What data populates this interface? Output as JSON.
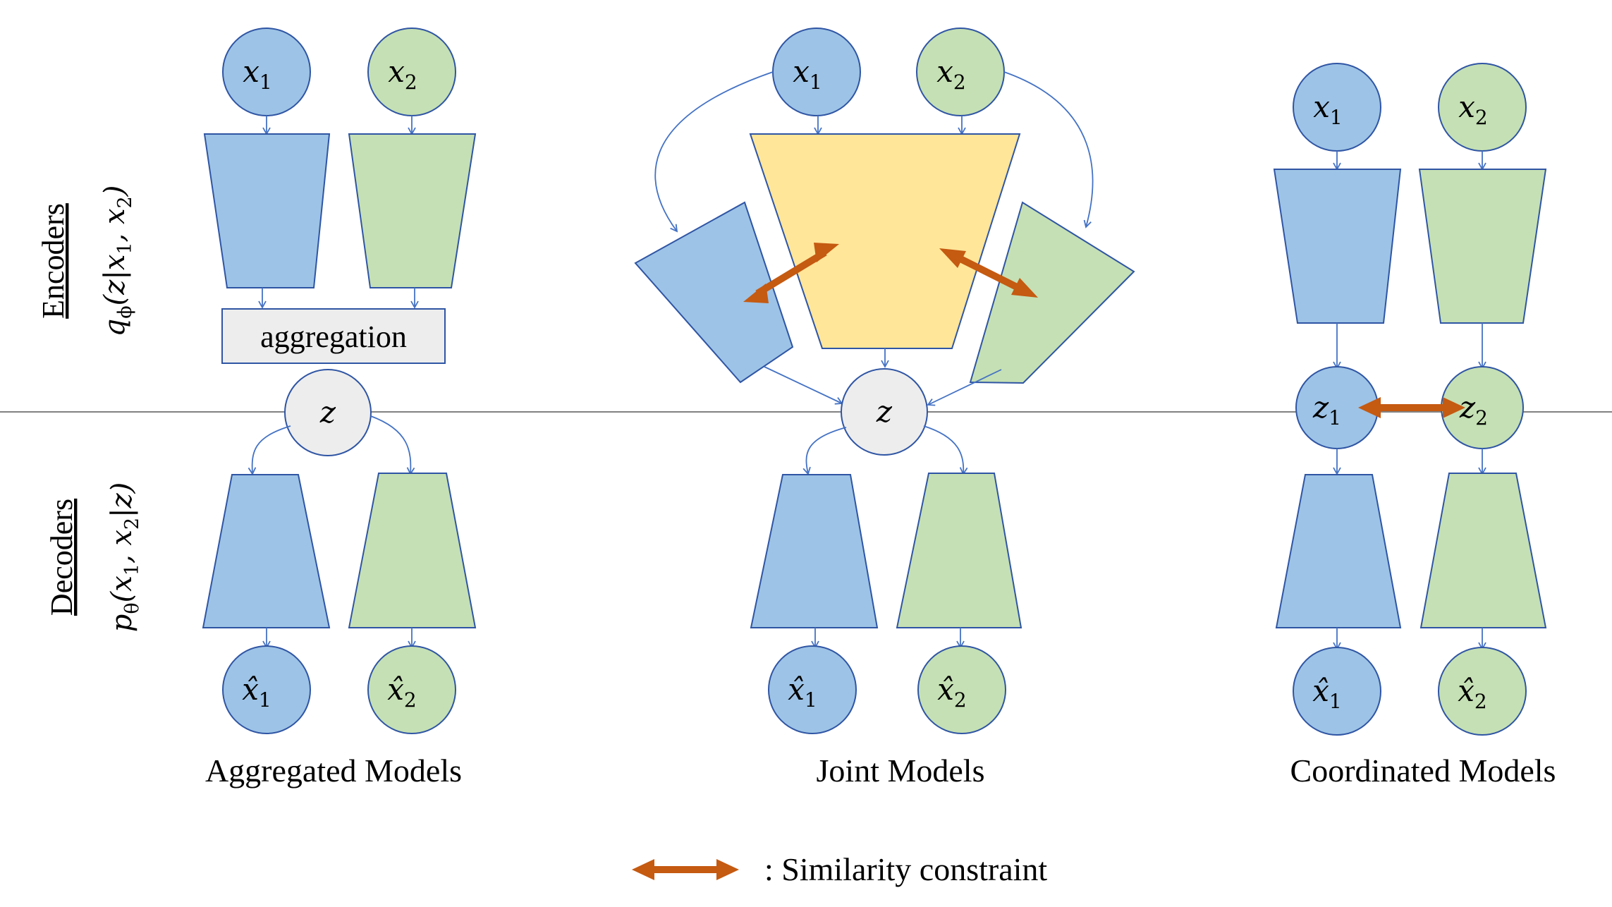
{
  "labels": {
    "encoders": "Encoders",
    "encoders_formula": "q_ϕ(z|x_1, x_2)",
    "decoders": "Decoders",
    "decoders_formula": "p_θ(x_1, x_2|z)",
    "aggregation": "aggregation",
    "aggregated_models": "Aggregated Models",
    "joint_models": "Joint Models",
    "coordinated_models": "Coordinated Models",
    "legend_text": ": Similarity constraint"
  },
  "nodes": {
    "x1": "x",
    "x1_sub": "1",
    "x2": "x",
    "x2_sub": "2",
    "z": "z",
    "z1": "z",
    "z1_sub": "1",
    "z2": "z",
    "z2_sub": "2",
    "x1_hat": "x̂",
    "x1_hat_sub": "1",
    "x2_hat": "x̂",
    "x2_hat_sub": "2"
  },
  "colors": {
    "blue_fill": "#9DC3E6",
    "green_fill": "#C5E0B4",
    "yellow_fill": "#FFE699",
    "gray_fill": "#EDEDED",
    "stroke": "#2F55A4",
    "arrow_line": "#4472C4",
    "similarity": "#C55A11",
    "divider": "#595959"
  }
}
